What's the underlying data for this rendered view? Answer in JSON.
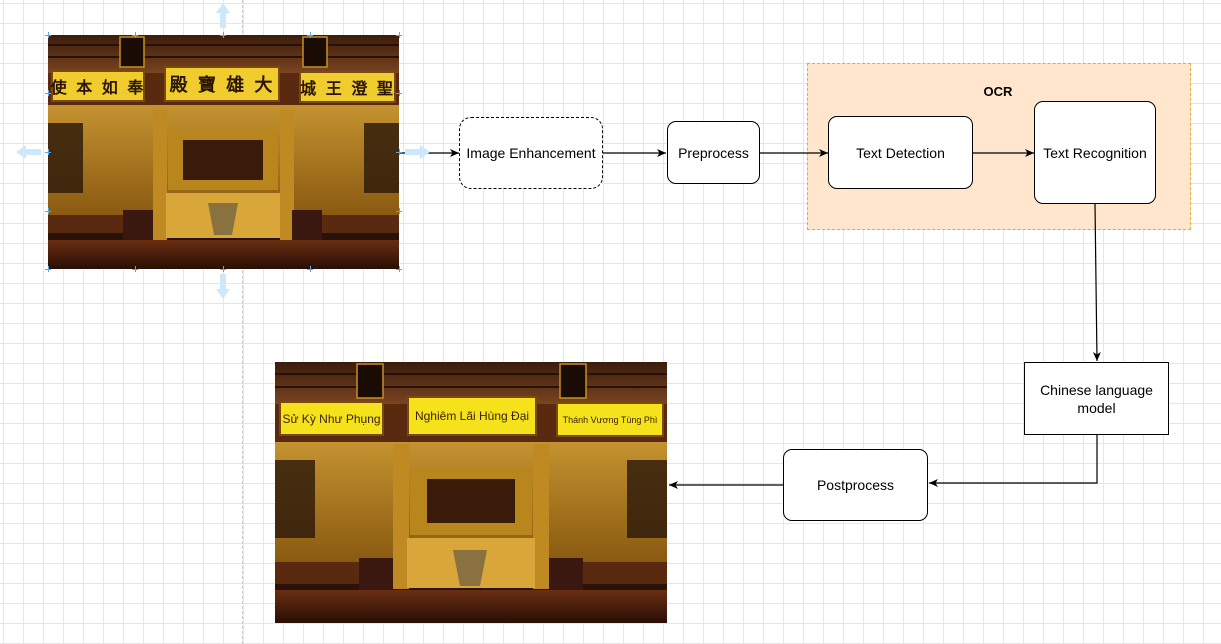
{
  "nodes": {
    "image_enhancement": "Image Enhancement",
    "preprocess": "Preprocess",
    "text_detection": "Text Detection",
    "text_recognition": "Text Recognition",
    "chinese_language_model": "Chinese language model",
    "postprocess": "Postprocess"
  },
  "ocr_group": {
    "title": "OCR"
  },
  "input_image": {
    "signs": [
      "使 本 如 奉",
      "殿 寶 雄 大",
      "城 王 澄 聖"
    ]
  },
  "output_image": {
    "signs": [
      "Sử Kỳ Như Phụng",
      "Nghiêm Lãi Hùng Đại",
      "Thánh Vương Tùng Phì"
    ]
  },
  "colors": {
    "ocr_fill": "#ffe6cc",
    "ocr_border": "#e7a93a",
    "selection_handle": "#5aa6e6",
    "grid": "#e6e6e6"
  }
}
